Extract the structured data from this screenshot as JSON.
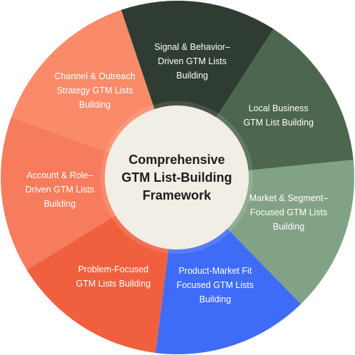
{
  "center_title": "Comprehensive\nGTM List-Building\nFramework",
  "segments": [
    {
      "label": "Channel & Outreach\nStrategy GTM Lists\nBuilding",
      "color": "#f98b6a"
    },
    {
      "label": "Signal & Behavior–\nDriven GTM Lists\nBuilding",
      "color": "#2f3c32"
    },
    {
      "label": "Local Business\nGTM List Building",
      "color": "#4c6650"
    },
    {
      "label": "Market & Segment–\nFocused GTM Lists\nBuilding",
      "color": "#82a286"
    },
    {
      "label": "Product-Market Fit\nFocused GTM Lists\nBuilding",
      "color": "#3f6cf6"
    },
    {
      "label": "Problem-Focused\nGTM Lists  Building",
      "color": "#f0603e"
    },
    {
      "label": "Account & Role–\nDriven GTM Lists\nBuilding",
      "color": "#f77c5d"
    }
  ]
}
